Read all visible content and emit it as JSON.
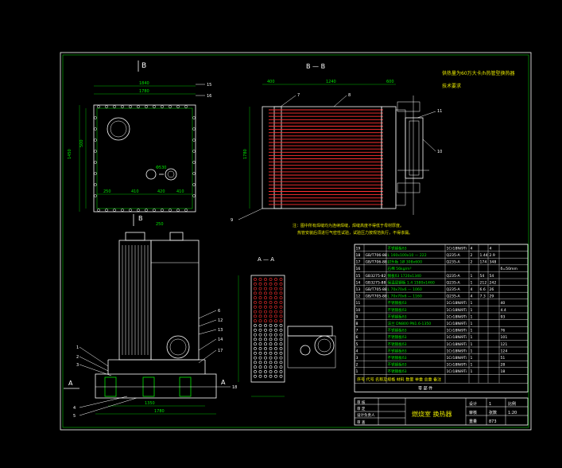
{
  "colors": {
    "background": "#000000",
    "line_primary": "#00e600",
    "line_secondary": "#ffffff",
    "tube_red": "#ff3030",
    "text_yellow": "#e8e800"
  },
  "views": {
    "top_left_marker": "B",
    "section_bb": "B — B",
    "section_aa": "A — A",
    "b_arrow": "B",
    "a_left": "A",
    "a_right": "A"
  },
  "title_note": {
    "line1": "供热量为60万大卡/h热管型换热器",
    "line2": "技术要求"
  },
  "notes": {
    "line1": "注：图中所有焊缝均为连续焊缝，焊缝高度不得低于母材厚度。",
    "line2": "热管安装后须进行气密性试验，试验压力按规范执行，不得渗漏。"
  },
  "dims_top_left": [
    "1840",
    "1780",
    "1450",
    "500",
    "250",
    "410",
    "420",
    "410",
    "Φ530"
  ],
  "dims_bb": [
    "400",
    "1240",
    "1780",
    "600"
  ],
  "dims_bottom": [
    "1780",
    "1350",
    "250"
  ],
  "part_labels_tl": [
    "15",
    "16"
  ],
  "part_labels_bb": [
    "7",
    "8",
    "9",
    "10",
    "11"
  ],
  "part_labels_front": [
    "1",
    "2",
    "3",
    "4",
    "5",
    "6",
    "12",
    "13",
    "14",
    "17",
    "18"
  ],
  "bom": {
    "rows": [
      {
        "no": "19",
        "code": "",
        "name": "不锈钢板δ3",
        "mat": "1Cr18Ni9Ti",
        "qty": "4",
        "unit": "",
        "total": "4",
        "note": ""
      },
      {
        "no": "18",
        "code": "GB/T706-88",
        "name": "L 160x100x10 — 222",
        "mat": "Q235-A",
        "qty": "2",
        "unit": "1.44",
        "total": "2.9",
        "note": ""
      },
      {
        "no": "17",
        "code": "GB/T706-88",
        "name": "封头板 1Ø 308x600",
        "mat": "Q235-A",
        "qty": "2",
        "unit": "174",
        "total": "348",
        "note": ""
      },
      {
        "no": "16",
        "code": "",
        "name": "石棉 56kg/m³",
        "mat": "",
        "qty": "",
        "unit": "",
        "total": "",
        "note": "δ=50mm"
      },
      {
        "no": "15",
        "code": "GB3275-82",
        "name": "钢板δ3  1720x1340",
        "mat": "Q235-A",
        "qty": "1",
        "unit": "54",
        "total": "54",
        "note": ""
      },
      {
        "no": "14",
        "code": "GB3275-88",
        "name": "保温层钢板 1.4  1580x1460",
        "mat": "Q235-A",
        "qty": "1",
        "unit": "212",
        "total": "242",
        "note": ""
      },
      {
        "no": "13",
        "code": "GB/T705-88",
        "name": "L 70x70x6  — 1060",
        "mat": "Q235-A",
        "qty": "4",
        "unit": "6.6",
        "total": "26",
        "note": ""
      },
      {
        "no": "12",
        "code": "GB/T705-88",
        "name": "L 70x70x6  — 1160",
        "mat": "Q235-A",
        "qty": "4",
        "unit": "7.3",
        "total": "29",
        "note": ""
      },
      {
        "no": "11",
        "code": "",
        "name": "不锈钢板δ3",
        "mat": "1Cr18Ni9Ti",
        "qty": "1",
        "unit": "",
        "total": "",
        "note": "40"
      },
      {
        "no": "10",
        "code": "",
        "name": "不锈钢板δ3",
        "mat": "1Cr18Ni9Ti",
        "qty": "1",
        "unit": "",
        "total": "",
        "note": "4.4"
      },
      {
        "no": "9",
        "code": "",
        "name": "不锈钢板δ3",
        "mat": "1Cr18Ni9Ti",
        "qty": "1",
        "unit": "",
        "total": "",
        "note": "93"
      },
      {
        "no": "8",
        "code": "",
        "name": "法兰 DN800 PN1.6-1350",
        "mat": "1Cr18Ni9Ti",
        "qty": "1",
        "unit": "",
        "total": "",
        "note": ""
      },
      {
        "no": "7",
        "code": "",
        "name": "不锈钢板δ3",
        "mat": "1Cr18Ni9Ti",
        "qty": "1",
        "unit": "",
        "total": "",
        "note": "76"
      },
      {
        "no": "6",
        "code": "",
        "name": "不锈钢板δ3",
        "mat": "1Cr18Ni9Ti",
        "qty": "1",
        "unit": "",
        "total": "",
        "note": "101"
      },
      {
        "no": "5",
        "code": "",
        "name": "不锈钢板δ3",
        "mat": "1Cr18Ni9Ti",
        "qty": "1",
        "unit": "",
        "total": "",
        "note": "121"
      },
      {
        "no": "4",
        "code": "",
        "name": "不锈钢板δ3",
        "mat": "1Cr18Ni9Ti",
        "qty": "1",
        "unit": "",
        "total": "",
        "note": "124"
      },
      {
        "no": "3",
        "code": "",
        "name": "不锈钢板δ3",
        "mat": "1Cr18Ni9Ti",
        "qty": "1",
        "unit": "",
        "total": "",
        "note": "51"
      },
      {
        "no": "2",
        "code": "",
        "name": "不锈钢板δ3",
        "mat": "1Cr18Ni9Ti",
        "qty": "1",
        "unit": "",
        "total": "",
        "note": "28"
      },
      {
        "no": "1",
        "code": "",
        "name": "不锈钢板δ3",
        "mat": "1Cr18Ni9Ti",
        "qty": "1",
        "unit": "",
        "total": "",
        "note": "18"
      }
    ],
    "header": "序号  代号  名称及规格  材料  数量  单重  总重  备注",
    "header_sub": "零  部  件"
  },
  "title_block": {
    "name": "燃烧室  换热器",
    "design": "设计",
    "check": "审核",
    "scale_label": "比例",
    "scale": "1:20",
    "sheet_label": "张数",
    "sheet": "1",
    "weight_label": "重量",
    "weight": "873",
    "row_labels": [
      "审  核",
      "审  定",
      "设计负责人",
      "审  查"
    ]
  }
}
